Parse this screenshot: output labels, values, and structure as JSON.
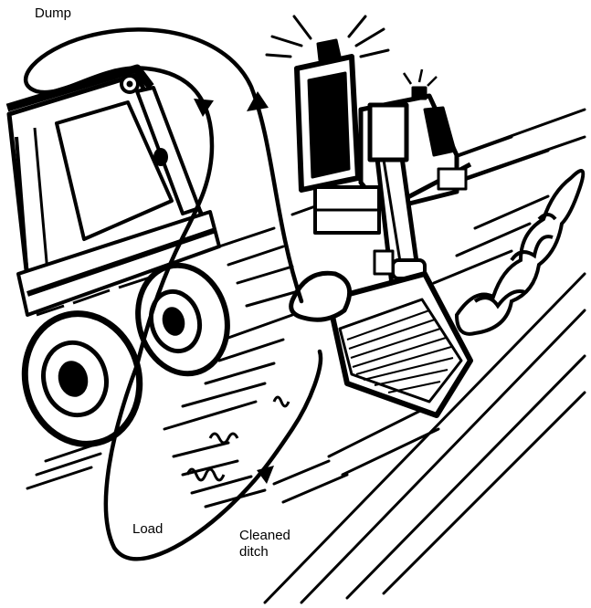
{
  "labels": {
    "dump": "Dump",
    "load": "Load",
    "cleaned_line1": "Cleaned",
    "cleaned_line2": "ditch"
  },
  "colors": {
    "ink": "#000000",
    "paper": "#ffffff"
  }
}
